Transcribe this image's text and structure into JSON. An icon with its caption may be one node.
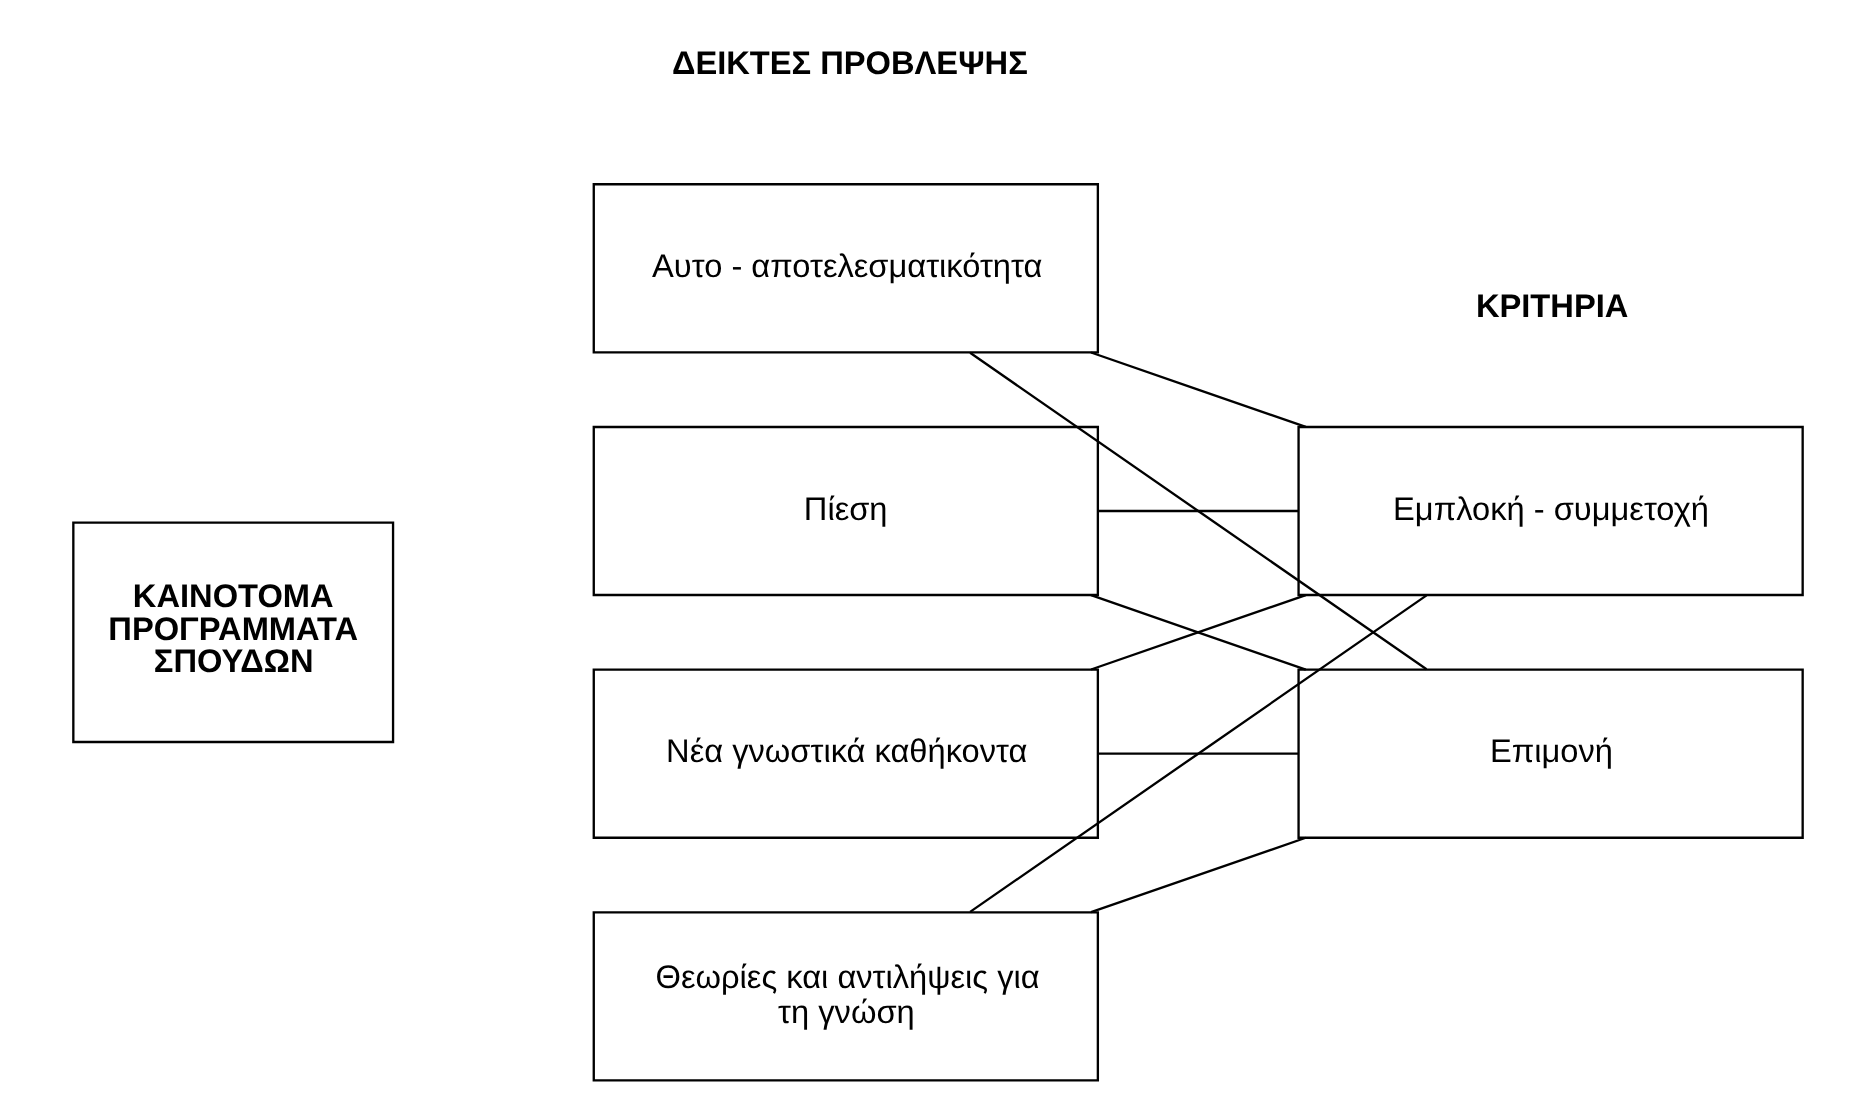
{
  "diagram": {
    "nodes": [
      {
        "text": [
          "ΚΑΙΝΟΤΟΜΑ ΠΡΟΓΡΑΜΜΑΤΑ ΣΠΟΥΔΩΝ"
        ]
      },
      {
        "text": [
          "Αυτο - αποτελεσματικότητα"
        ]
      },
      {
        "text": [
          "Πίεση"
        ]
      },
      {
        "text": [
          "Νέα γνωστικά καθήκοντα"
        ]
      },
      {
        "text": [
          "Θεωρίες και αντιλήψεις για τη γνώση"
        ]
      },
      {
        "text": [
          "Εμπλοκή - συμμετοχή"
        ]
      },
      {
        "text": [
          "Επιμονή"
        ]
      }
    ],
    "edges": [
      {
        "from": 1,
        "to": 5,
        "arrow": "none"
      },
      {
        "from": 1,
        "to": 6,
        "arrow": "none"
      },
      {
        "from": 2,
        "to": 5,
        "arrow": "none"
      },
      {
        "from": 2,
        "to": 6,
        "arrow": "none"
      },
      {
        "from": 3,
        "to": 5,
        "arrow": "none"
      },
      {
        "from": 3,
        "to": 6,
        "arrow": "none"
      },
      {
        "from": 4,
        "to": 5,
        "arrow": "none"
      },
      {
        "from": 4,
        "to": 6,
        "arrow": "none"
      }
    ],
    "labels": [
      "ΔΕΙΚΤΕΣ ΠΡΟΒΛΕΨΗΣ",
      "ΚΡΙΤΗΡΙΑ"
    ]
  }
}
